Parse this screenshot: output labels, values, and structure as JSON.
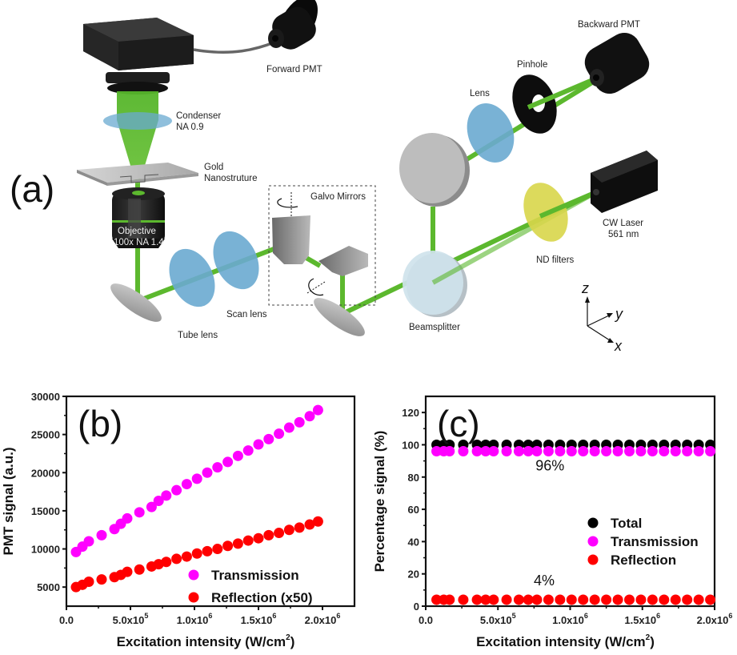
{
  "figure": {
    "panel_a": {
      "letter": "(a)",
      "labels": {
        "forward_pmt": "Forward PMT",
        "condenser_line1": "Condenser",
        "condenser_line2": "NA 0.9",
        "gold_line1": "Gold",
        "gold_line2": "Nanostruture",
        "objective_line1": "Objective",
        "objective_line2": "100x  NA 1.4",
        "galvo": "Galvo Mirrors",
        "scan_lens": "Scan lens",
        "tube_lens": "Tube lens",
        "beamsplitter": "Beamsplitter",
        "nd_filters": "ND filters",
        "laser_line1": "CW Laser",
        "laser_line2": "561 nm",
        "lens": "Lens",
        "pinhole": "Pinhole",
        "backward_pmt": "Backward PMT",
        "axis_z": "z",
        "axis_y": "y",
        "axis_x": "x"
      },
      "colors": {
        "beam": "#5cb82e",
        "lens": "#6aaad0",
        "nd_filter": "#d8d64a",
        "mirror": "#a9a9a9",
        "housing": "#111111"
      }
    }
  },
  "chart_data": [
    {
      "type": "scatter",
      "panel": "(b)",
      "title": "",
      "xlabel": "Excitation intensity (W/cm",
      "xlabel_sup": "2",
      "xlabel_end": ")",
      "ylabel": "PMT signal (a.u.)",
      "xlim": [
        0,
        2250000
      ],
      "ylim": [
        2500,
        30000
      ],
      "xticks": [
        0,
        500000,
        1000000,
        1500000,
        2000000
      ],
      "xtick_labels": [
        {
          "base": "0.0",
          "exp": ""
        },
        {
          "base": "5.0x10",
          "exp": "5"
        },
        {
          "base": "1.0x10",
          "exp": "6"
        },
        {
          "base": "1.5x10",
          "exp": "6"
        },
        {
          "base": "2.0x10",
          "exp": "6"
        }
      ],
      "yticks": [
        5000,
        10000,
        15000,
        20000,
        25000,
        30000
      ],
      "ytick_labels": [
        "5000",
        "10000",
        "15000",
        "20000",
        "25000",
        "30000"
      ],
      "grid": false,
      "legend_position": "bottom-right",
      "x": [
        75000,
        125000,
        175000,
        275000,
        375000,
        425000,
        475000,
        570000,
        665000,
        720000,
        780000,
        860000,
        940000,
        1020000,
        1100000,
        1180000,
        1260000,
        1340000,
        1420000,
        1500000,
        1580000,
        1660000,
        1740000,
        1820000,
        1900000,
        1965000
      ],
      "series": [
        {
          "name": "Transmission",
          "color": "#ff00ff",
          "values": [
            9600,
            10300,
            11000,
            11800,
            12600,
            13300,
            14000,
            14800,
            15500,
            16300,
            17000,
            17700,
            18500,
            19200,
            20000,
            20700,
            21400,
            22200,
            22900,
            23700,
            24400,
            25100,
            25900,
            26600,
            27400,
            28200
          ]
        },
        {
          "name": "Reflection (x50)",
          "color": "#ff0000",
          "values": [
            5000,
            5300,
            5700,
            6000,
            6300,
            6600,
            7000,
            7300,
            7700,
            8000,
            8300,
            8700,
            9000,
            9400,
            9700,
            10000,
            10400,
            10700,
            11100,
            11400,
            11800,
            12100,
            12500,
            12800,
            13200,
            13600
          ]
        }
      ]
    },
    {
      "type": "scatter",
      "panel": "(c)",
      "title": "",
      "xlabel": "Excitation intensity (W/cm",
      "xlabel_sup": "2",
      "xlabel_end": ")",
      "ylabel": "Percentage signal (%)",
      "xlim": [
        0,
        2000000
      ],
      "ylim": [
        0,
        130
      ],
      "xticks": [
        0,
        500000,
        1000000,
        1500000,
        2000000
      ],
      "xtick_labels": [
        {
          "base": "0.0",
          "exp": ""
        },
        {
          "base": "5.0x10",
          "exp": "5"
        },
        {
          "base": "1.0x10",
          "exp": "6"
        },
        {
          "base": "1.5x10",
          "exp": "6"
        },
        {
          "base": "2.0x10",
          "exp": "6"
        }
      ],
      "yticks": [
        0,
        20,
        40,
        60,
        80,
        100,
        120
      ],
      "ytick_labels": [
        "0",
        "20",
        "40",
        "60",
        "80",
        "100",
        "120"
      ],
      "grid": false,
      "legend_position": "center-right",
      "annotations": [
        {
          "text": "96%",
          "x": 860000,
          "y": 84
        },
        {
          "text": "4%",
          "x": 820000,
          "y": 13
        }
      ],
      "x": [
        75000,
        125000,
        165000,
        260000,
        355000,
        415000,
        470000,
        560000,
        645000,
        710000,
        770000,
        850000,
        930000,
        1010000,
        1090000,
        1170000,
        1250000,
        1330000,
        1410000,
        1490000,
        1570000,
        1650000,
        1730000,
        1810000,
        1890000,
        1970000
      ],
      "series": [
        {
          "name": "Total",
          "color": "#000000",
          "values": [
            100,
            100,
            100,
            100,
            100,
            100,
            100,
            100,
            100,
            100,
            100,
            100,
            100,
            100,
            100,
            100,
            100,
            100,
            100,
            100,
            100,
            100,
            100,
            100,
            100,
            100
          ]
        },
        {
          "name": "Transmission",
          "color": "#ff00ff",
          "values": [
            96,
            96,
            96,
            96,
            96,
            96,
            96,
            96,
            96,
            96,
            96,
            96,
            96,
            96,
            96,
            96,
            96,
            96,
            96,
            96,
            96,
            96,
            96,
            96,
            96,
            96
          ]
        },
        {
          "name": "Reflection",
          "color": "#ff0000",
          "values": [
            4,
            4,
            4,
            4,
            4,
            4,
            4,
            4,
            4,
            4,
            4,
            4,
            4,
            4,
            4,
            4,
            4,
            4,
            4,
            4,
            4,
            4,
            4,
            4,
            4,
            4
          ]
        }
      ]
    }
  ]
}
